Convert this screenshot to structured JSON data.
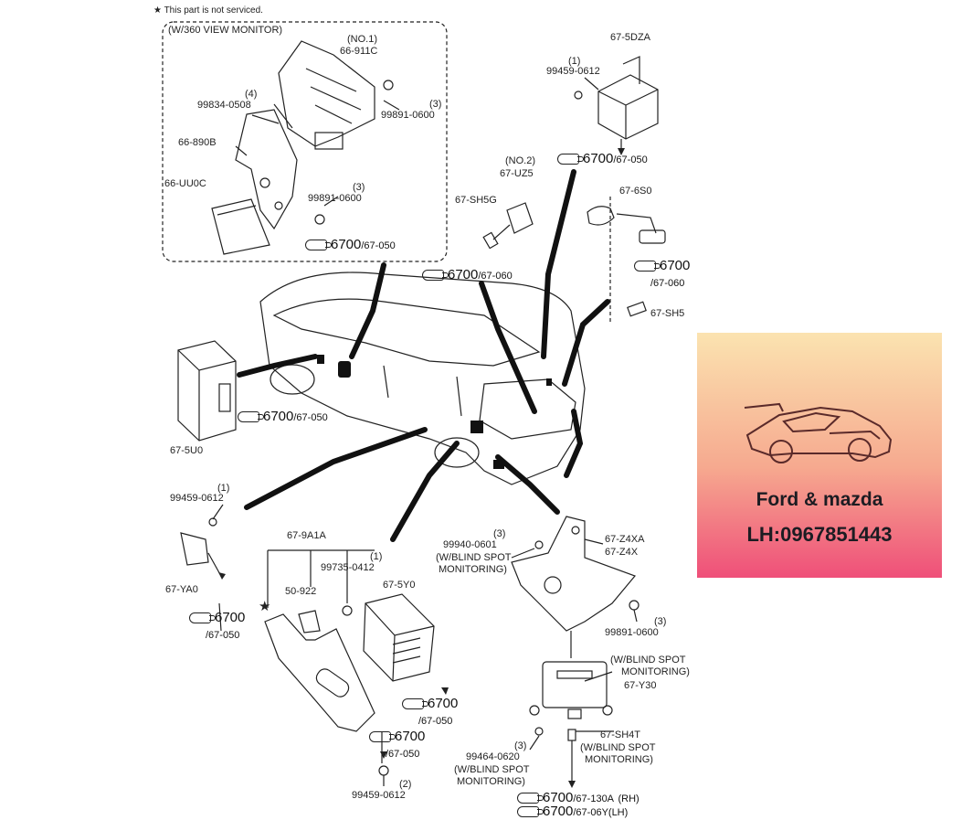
{
  "header": {
    "note": "★ This part is not serviced.",
    "box_title": "(W/360 VIEW MONITOR)"
  },
  "labels": {
    "no1": "(NO.1)",
    "p66_911C": "66-911C",
    "q4": "(4)",
    "p99834_0508": "99834-0508",
    "q3a": "(3)",
    "p99891_0600a": "99891-0600",
    "p66_890B": "66-890B",
    "p66_UU0C": "66-UU0C",
    "q3b": "(3)",
    "p99891_0600b": "99891-0600",
    "p67_5DZA": "67-5DZA",
    "q1a": "(1)",
    "p99459_0612a": "99459-0612",
    "no2": "(NO.2)",
    "p67_UZ5": "67-UZ5",
    "p67_SH5G": "67-SH5G",
    "p67_6S0": "67-6S0",
    "p67_SH5": "67-SH5",
    "p67_5U0": "67-5U0",
    "q1b": "(1)",
    "p99459_0612b": "99459-0612",
    "p67_YA0": "67-YA0",
    "p67_9A1A": "67-9A1A",
    "q1c": "(1)",
    "p99735_0412": "99735-0412",
    "p50_922": "50-922",
    "p67_5Y0": "67-5Y0",
    "q2": "(2)",
    "p99459_0612c": "99459-0612",
    "q3c": "(3)",
    "p99940_0601": "99940-0601",
    "wbsm1": "(W/BLIND SPOT",
    "monitoring1": "MONITORING)",
    "p67_Z4XA": "67-Z4XA",
    "p67_Z4X": "67-Z4X",
    "q3d": "(3)",
    "p99891_0600c": "99891-0600",
    "wbsm2": "(W/BLIND SPOT",
    "monitoring2": "MONITORING)",
    "p67_Y30": "67-Y30",
    "q3e": "(3)",
    "p99464_0620": "99464-0620",
    "wbsm3": "(W/BLIND SPOT",
    "monitoring3": "MONITORING)",
    "p67_SH4T": "67-SH4T",
    "wbsm4": "(W/BLIND SPOT",
    "monitoring4": "MONITORING)",
    "star": "★"
  },
  "refs": {
    "r1_big": "6700",
    "r1_small": "/67-050",
    "r2_big": "6700",
    "r2_small": "/67-050",
    "r3_big": "6700",
    "r3_small": "/67-060",
    "r4_big": "6700",
    "r4_small": "/67-060",
    "r5_big": "6700",
    "r5_small": "/67-050",
    "r6_big": "6700",
    "r6_small": "/67-050",
    "r7_big": "6700",
    "r7_small": "/67-050",
    "r8_big": "6700",
    "r8_small": "/67-050",
    "r9_big": "6700",
    "r9_small": "/67-130A",
    "r9_side": "(RH)",
    "r10_big": "6700",
    "r10_small": "/67-06Y",
    "r10_side": "(LH)"
  },
  "ad": {
    "line1": "Ford & mazda",
    "line2": "LH:0967851443"
  }
}
